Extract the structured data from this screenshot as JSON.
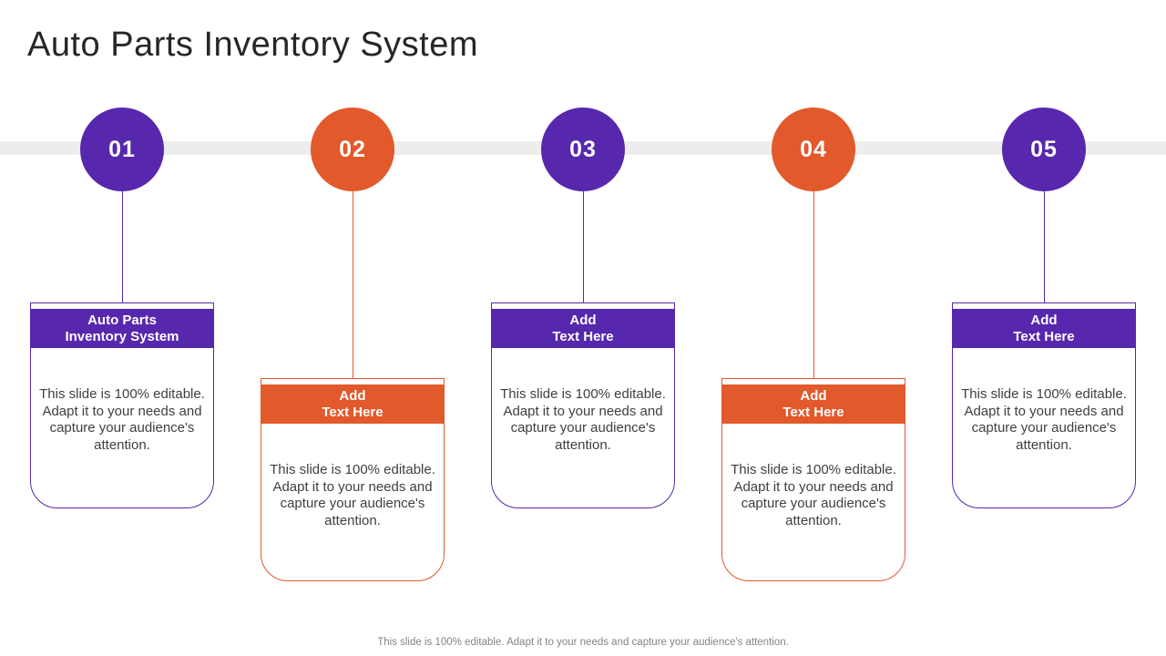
{
  "title": "Auto Parts Inventory System",
  "colors": {
    "purple": "#5727AD",
    "orange": "#E2592B",
    "band": "#EDEDED",
    "title_text": "#262626",
    "body_text": "#3F3F3F",
    "footer_text": "#848484"
  },
  "steps": [
    {
      "number": "01",
      "color": "purple",
      "header": [
        "Auto Parts",
        "Inventory System"
      ],
      "body": "This slide is 100% editable. Adapt it to your needs and capture your audience's attention."
    },
    {
      "number": "02",
      "color": "orange",
      "header": [
        "Add",
        "Text Here"
      ],
      "body": "This slide is 100% editable. Adapt it to your needs and capture your audience's attention."
    },
    {
      "number": "03",
      "color": "purple",
      "header": [
        "Add",
        "Text Here"
      ],
      "body": "This slide is 100% editable. Adapt it to your needs and capture your audience's attention."
    },
    {
      "number": "04",
      "color": "orange",
      "header": [
        "Add",
        "Text Here"
      ],
      "body": "This slide is 100% editable. Adapt it to your needs and capture your audience's attention."
    },
    {
      "number": "05",
      "color": "purple",
      "header": [
        "Add",
        "Text Here"
      ],
      "body": "This slide is 100% editable. Adapt it to your needs and capture your audience's attention."
    }
  ],
  "footer": "This slide is 100% editable. Adapt it to your needs and capture your audience's attention."
}
